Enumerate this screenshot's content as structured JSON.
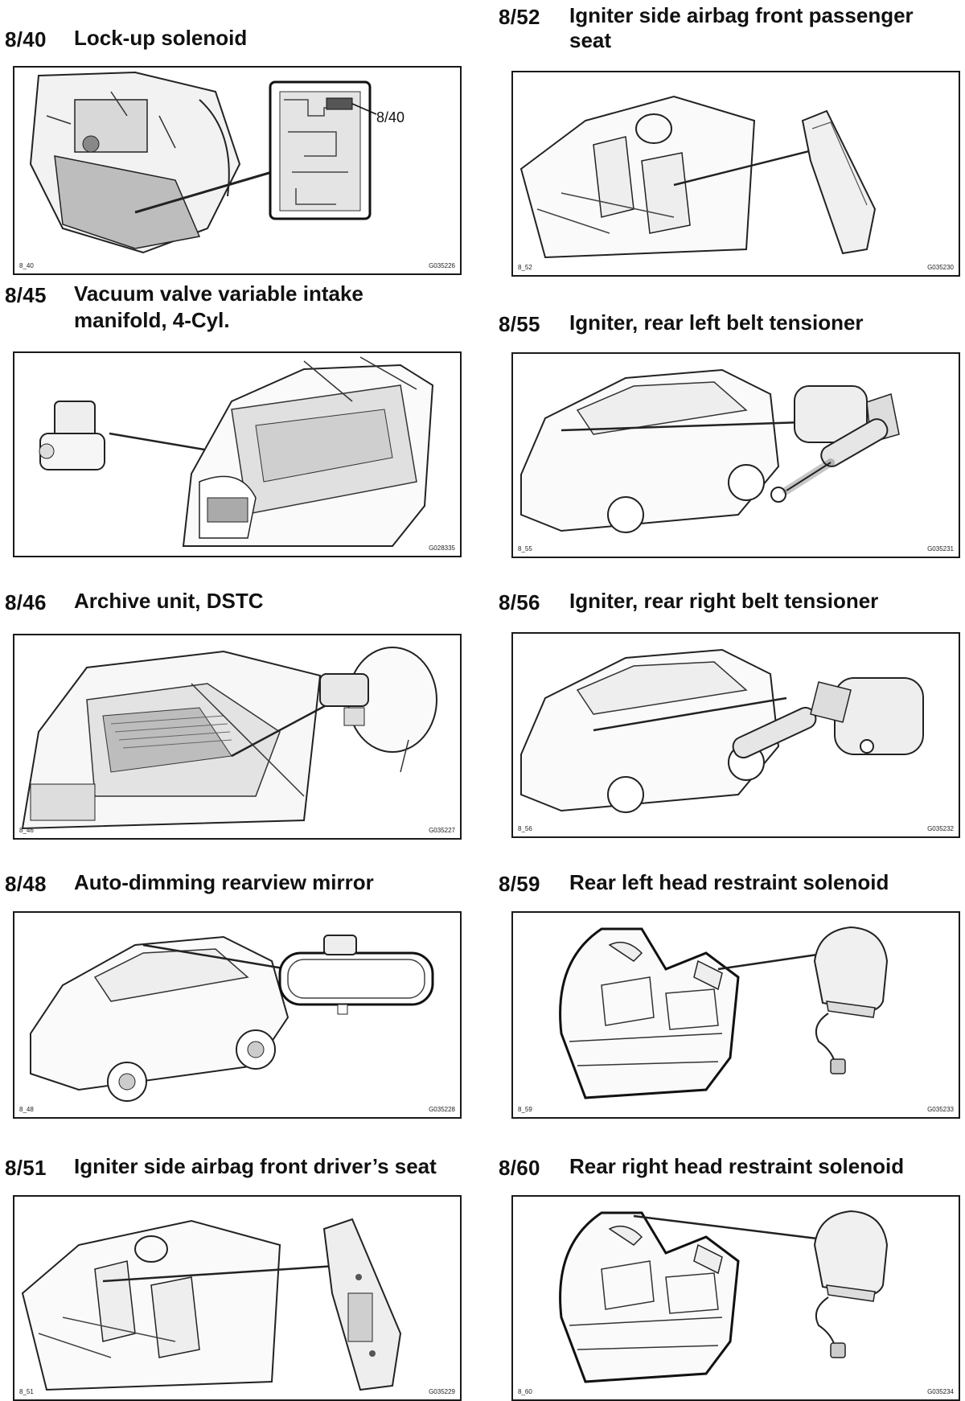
{
  "left_column": [
    {
      "code": "8/40",
      "title_lines": [
        "Lock-up solenoid"
      ],
      "fig_id": "8_40",
      "fig_ref": "G035226",
      "callout": "8/40",
      "illustration": "transmission-valve-body-illustration"
    },
    {
      "code": "8/45",
      "title_lines": [
        "Vacuum valve variable intake",
        "manifold, 4-Cyl."
      ],
      "fig_id": "",
      "fig_ref": "G028335",
      "illustration": "engine-bay-vacuum-valve-illustration"
    },
    {
      "code": "8/46",
      "title_lines": [
        "Archive unit, DSTC"
      ],
      "fig_id": "8_46",
      "fig_ref": "G035227",
      "illustration": "engine-bay-dstc-unit-illustration"
    },
    {
      "code": "8/48",
      "title_lines": [
        "Auto-dimming rearview mirror"
      ],
      "fig_id": "8_48",
      "fig_ref": "G035228",
      "illustration": "car-rearview-mirror-illustration"
    },
    {
      "code": "8/51",
      "title_lines": [
        "Igniter side airbag front driver’s seat"
      ],
      "fig_id": "8_51",
      "fig_ref": "G035229",
      "illustration": "interior-driver-seat-airbag-illustration"
    }
  ],
  "right_column": [
    {
      "code": "8/52",
      "title_lines": [
        "Igniter side airbag front passenger",
        "seat"
      ],
      "fig_id": "8_52",
      "fig_ref": "G035230",
      "illustration": "interior-passenger-seat-airbag-illustration"
    },
    {
      "code": "8/55",
      "title_lines": [
        "Igniter, rear left belt tensioner"
      ],
      "fig_id": "8_55",
      "fig_ref": "G035231",
      "illustration": "car-rear-left-belt-tensioner-illustration"
    },
    {
      "code": "8/56",
      "title_lines": [
        "Igniter, rear right belt tensioner"
      ],
      "fig_id": "8_56",
      "fig_ref": "G035232",
      "illustration": "car-rear-right-belt-tensioner-illustration"
    },
    {
      "code": "8/59",
      "title_lines": [
        "Rear left head restraint solenoid"
      ],
      "fig_id": "8_59",
      "fig_ref": "G035233",
      "illustration": "rear-seat-left-head-restraint-illustration"
    },
    {
      "code": "8/60",
      "title_lines": [
        "Rear right head restraint solenoid"
      ],
      "fig_id": "8_60",
      "fig_ref": "G035234",
      "illustration": "rear-seat-right-head-restraint-illustration"
    }
  ]
}
